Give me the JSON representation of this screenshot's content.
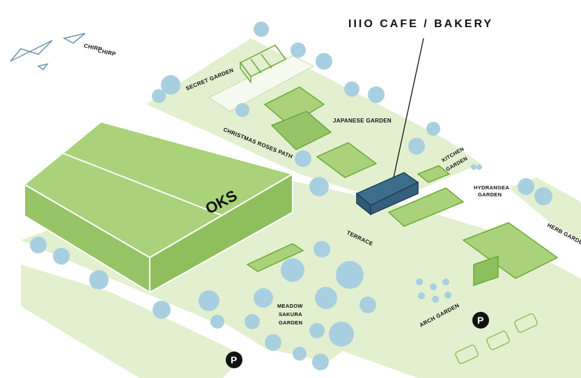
{
  "callout": {
    "label": "IIIO CAFE / BAKERY"
  },
  "labels": {
    "chirp1": "CHIRP",
    "chirp2": "CHIRP",
    "secret_garden": "SECRET GARDEN",
    "christmas_roses_path": "CHRISTMAS ROSES PATH",
    "japanese_garden": "JAPANESE GARDEN",
    "kitchen1": "KITCHEN",
    "kitchen2": "GARDEN",
    "hydrangea1": "HYDRANGEA",
    "hydrangea2": "GARDEN",
    "herb_garden": "HERB GARDEN",
    "terrace": "TERRACE",
    "meadow1": "MEADOW",
    "meadow2": "SAKURA",
    "meadow3": "GARDEN",
    "arch_garden": "ARCH GARDEN",
    "hall_sign": "OKS"
  },
  "parking": {
    "symbol": "P"
  },
  "colors": {
    "ground": "#e3f0cf",
    "building": "#a9d27a",
    "building_dark": "#8fbf5c",
    "cafe": "#3c6d8b",
    "tree": "#a8cfe0",
    "ink": "#111111"
  }
}
